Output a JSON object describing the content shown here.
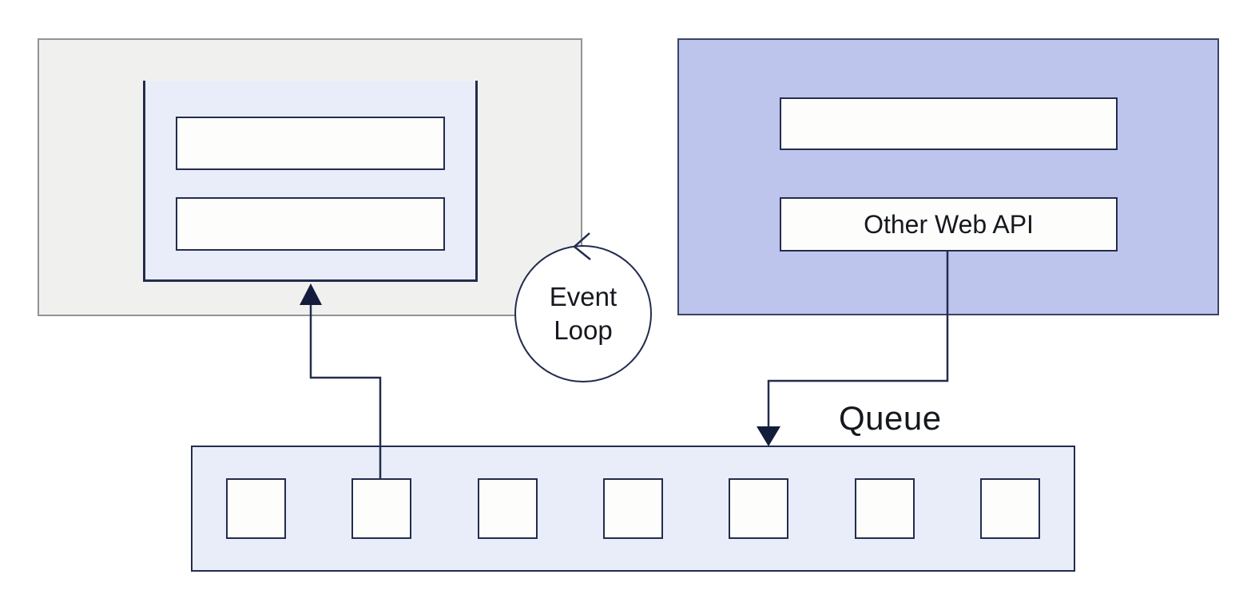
{
  "colors": {
    "background": "#ffffff",
    "line": "#232c4e",
    "arrow_fill": "#141c3c",
    "gray_fill": "#f0f1ee",
    "gray_border": "#8f9496",
    "purple_fill": "#bdc5ec",
    "purple_border": "#3c4464",
    "lavender_fill": "#e9edf9",
    "white_fill": "#fdfefc",
    "text": "#15181f"
  },
  "call_stack_panel": {
    "frame_count": 2
  },
  "web_api_panel": {
    "other_web_api_label": "Other Web API"
  },
  "event_loop": {
    "label": "Event Loop"
  },
  "queue": {
    "label": "Queue",
    "slot_count": 7
  }
}
